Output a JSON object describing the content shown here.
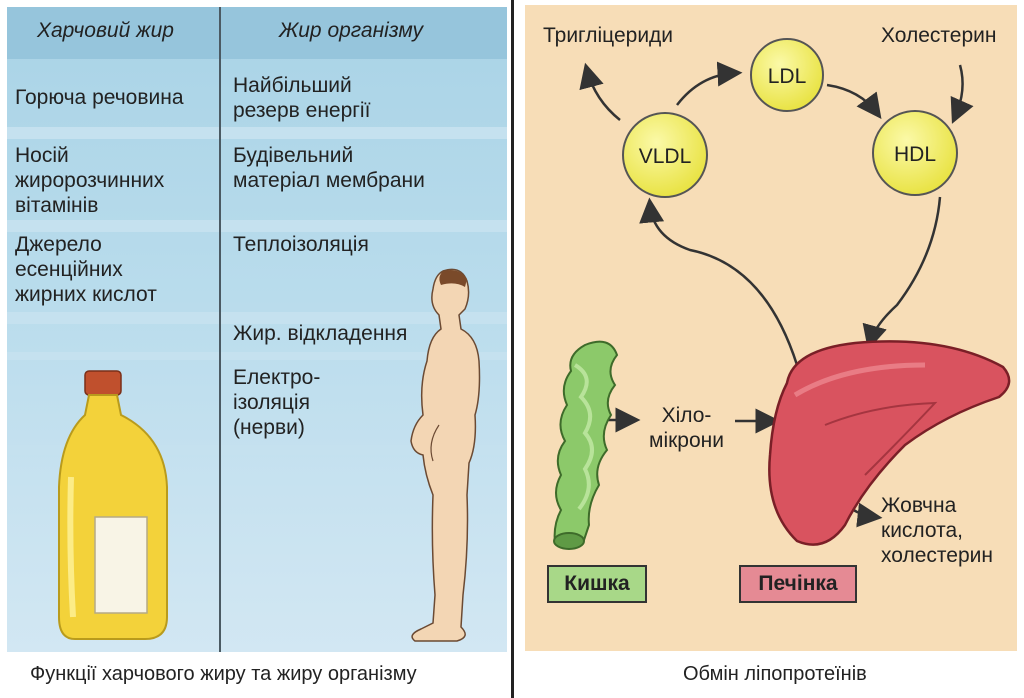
{
  "left_panel": {
    "header_food_fat": "Харчовий жир",
    "header_body_fat": "Жир організму",
    "food_fat_functions": [
      [
        "Горюча речовина"
      ],
      [
        "Носій",
        "жиророзчинних",
        "вітамінів"
      ],
      [
        "Джерело",
        "есенційних",
        "жирних кислот"
      ]
    ],
    "body_fat_functions": [
      [
        "Найбільший",
        "резерв енергії"
      ],
      [
        "Будівельний",
        "матеріал мембрани"
      ],
      [
        "Теплоізоляція"
      ],
      [
        "Жир. відкладення"
      ],
      [
        "Електро-",
        "ізоляція",
        "(нерви)"
      ]
    ],
    "caption": "Функції харчового жиру та жиру організму"
  },
  "right_panel": {
    "triglycerides_label": "Тригліцериди",
    "cholesterol_label": "Холестерин",
    "nodes": {
      "ldl": "LDL",
      "vldl": "VLDL",
      "hdl": "HDL"
    },
    "chylomicrons_label": [
      "Хіло-",
      "мікрони"
    ],
    "bile_label": [
      "Жовчна",
      "кислота,",
      "холестерин"
    ],
    "intestine_tag": "Кишка",
    "liver_tag": "Печінка",
    "caption": "Обмін ліпопротеїнів"
  },
  "colors": {
    "table_blue": "#a9d3e6",
    "right_bg": "#f7ddb7",
    "node_yellow": "#f2ee60",
    "liver_pink": "#d9535f",
    "intestine_green": "#8cc96a",
    "intestine_tag_bg": "#a8d888",
    "liver_tag_bg": "#e58a94"
  }
}
